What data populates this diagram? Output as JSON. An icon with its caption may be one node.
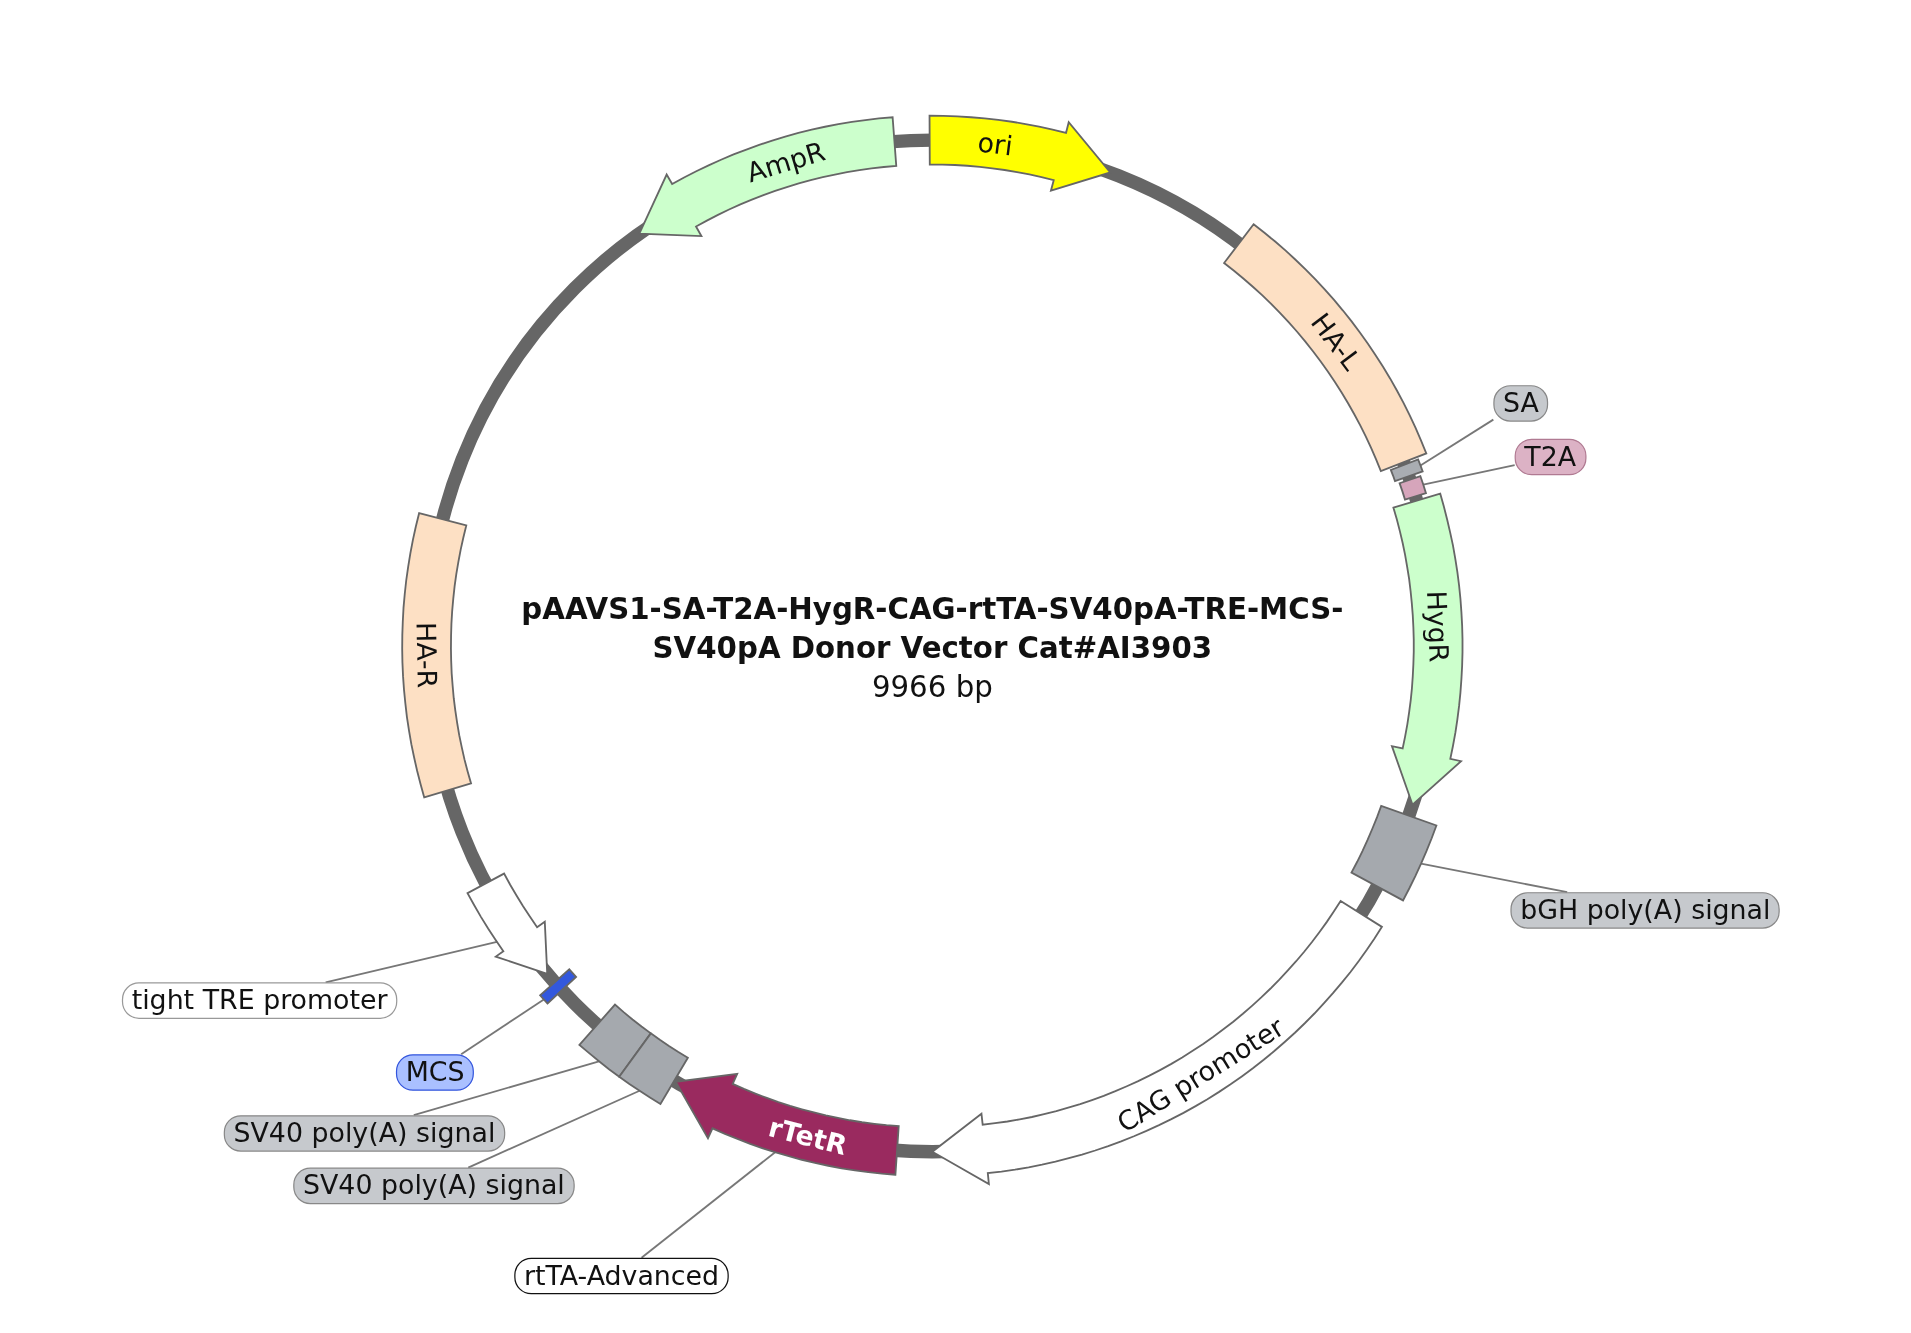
{
  "diagram": {
    "title": "pAAVS1-SA-T2A-HygR-CAG-rtTA-SV40pA-TRE-MCS-SV40pA Donor Vector Cat#AI3903",
    "nodes": [
      {
        "text": [
          "ori"
        ]
      },
      {
        "text": [
          "AmpR"
        ]
      },
      {
        "text": [
          "HA-L"
        ]
      },
      {
        "text": [
          "SA"
        ]
      },
      {
        "text": [],
        "shape": "box"
      },
      {
        "text": [
          "T2A"
        ]
      },
      {
        "text": [],
        "shape": "box"
      },
      {
        "text": [
          "HygR"
        ]
      },
      {
        "text": [
          "bGH poly(A) signal"
        ]
      },
      {
        "text": [],
        "shape": "box"
      },
      {
        "text": [
          "CAG promoter"
        ]
      },
      {
        "text": [
          "rTetR"
        ]
      },
      {
        "text": [
          "HA-R"
        ]
      },
      {
        "text": [
          "tight TRE promoter"
        ]
      },
      {
        "text": [],
        "shape": "arrow"
      },
      {
        "text": [
          "MCS"
        ]
      },
      {
        "text": [],
        "shape": "bar"
      },
      {
        "text": [
          "SV40 poly(A) signal"
        ]
      },
      {
        "text": [],
        "shape": "box"
      },
      {
        "text": [
          "SV40 poly(A) signal"
        ]
      },
      {
        "text": [],
        "shape": "box"
      },
      {
        "text": [
          "rtTA-Advanced"
        ]
      }
    ],
    "edges": [
      {
        "from": 3,
        "to": 4,
        "arrow": "none"
      },
      {
        "from": 5,
        "to": 6,
        "arrow": "none"
      },
      {
        "from": 8,
        "to": 9,
        "arrow": "none"
      },
      {
        "from": 13,
        "to": 14,
        "arrow": "none"
      },
      {
        "from": 15,
        "to": 16,
        "arrow": "none"
      },
      {
        "from": 17,
        "to": 18,
        "arrow": "none"
      },
      {
        "from": 19,
        "to": 20,
        "arrow": "none"
      },
      {
        "from": 21,
        "to": 11,
        "arrow": "none"
      }
    ],
    "labels": [
      "9966 bp"
    ]
  }
}
